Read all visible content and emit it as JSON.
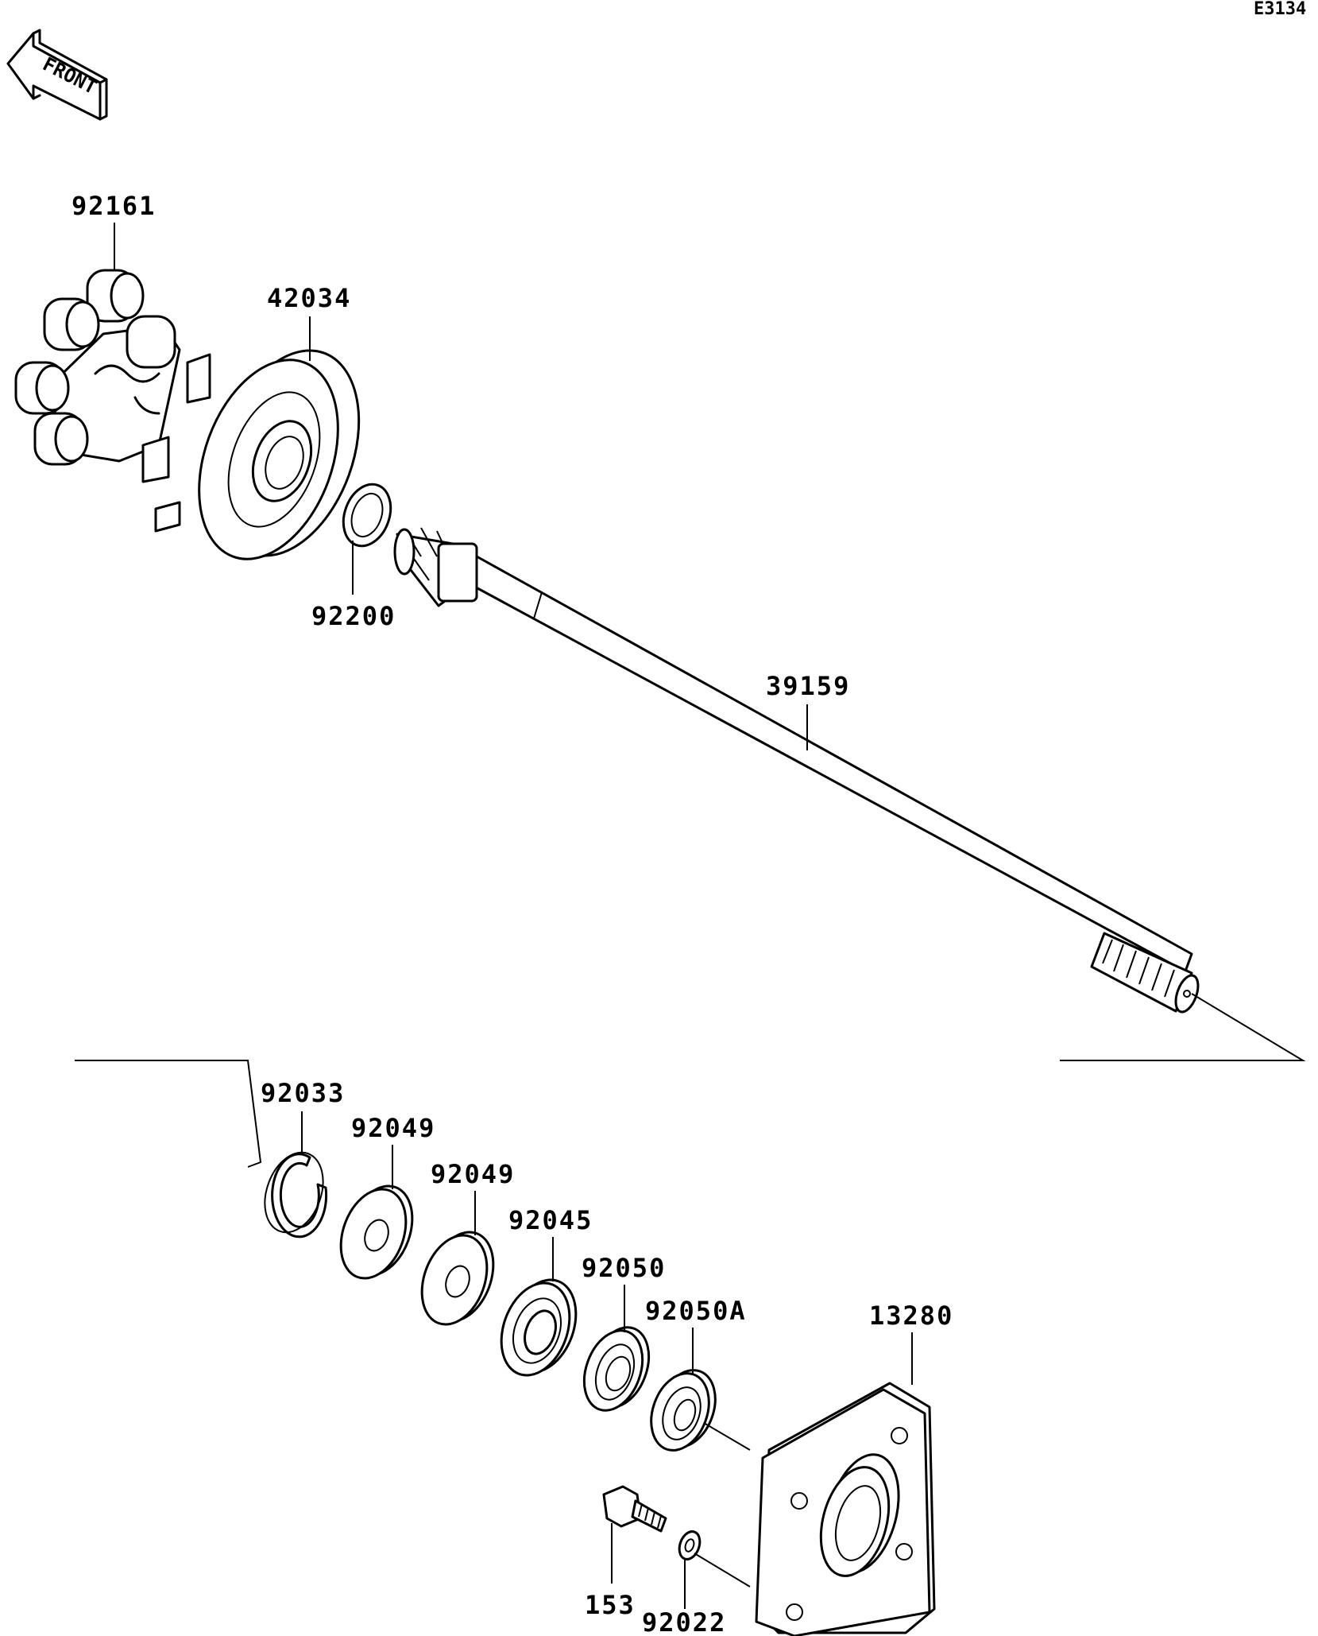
{
  "diagram_code": "E3134",
  "front_arrow": {
    "text": "FRONT",
    "icon": "front-arrow-icon"
  },
  "parts": {
    "p92161": "92161",
    "p42034": "42034",
    "p92200": "92200",
    "p39159": "39159",
    "p92033": "92033",
    "p92049a": "92049",
    "p92049b": "92049",
    "p92045": "92045",
    "p92050": "92050",
    "p92050A": "92050A",
    "p13280": "13280",
    "p153": "153",
    "p92022": "92022"
  }
}
